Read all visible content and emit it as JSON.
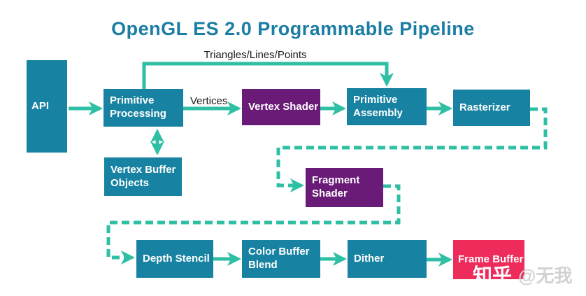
{
  "title": "OpenGL ES 2.0 Programmable Pipeline",
  "edge_labels": {
    "top": "Triangles/Lines/Points",
    "vertices": "Vertices"
  },
  "nodes": {
    "api": "API",
    "primitive_processing": "Primitive Processing",
    "vertex_shader": "Vertex Shader",
    "primitive_assembly": "Primitive Assembly",
    "rasterizer": "Rasterizer",
    "vertex_buffer_objects": "Vertex Buffer Objects",
    "fragment_shader": "Fragment Shader",
    "depth_stencil": "Depth Stencil",
    "color_buffer_blend": "Color Buffer Blend",
    "dither": "Dither",
    "frame_buffer": "Frame Buffer"
  },
  "colors": {
    "teal_box": "#1782a2",
    "purple_box": "#6a1b78",
    "pink_box": "#ed2c5c",
    "arrow": "#2ebfa5",
    "title_text": "#1b7da4",
    "label_text": "#1a1a1a",
    "node_text": "#ffffff"
  },
  "watermark": {
    "brand": "知乎",
    "author": "@无我"
  }
}
